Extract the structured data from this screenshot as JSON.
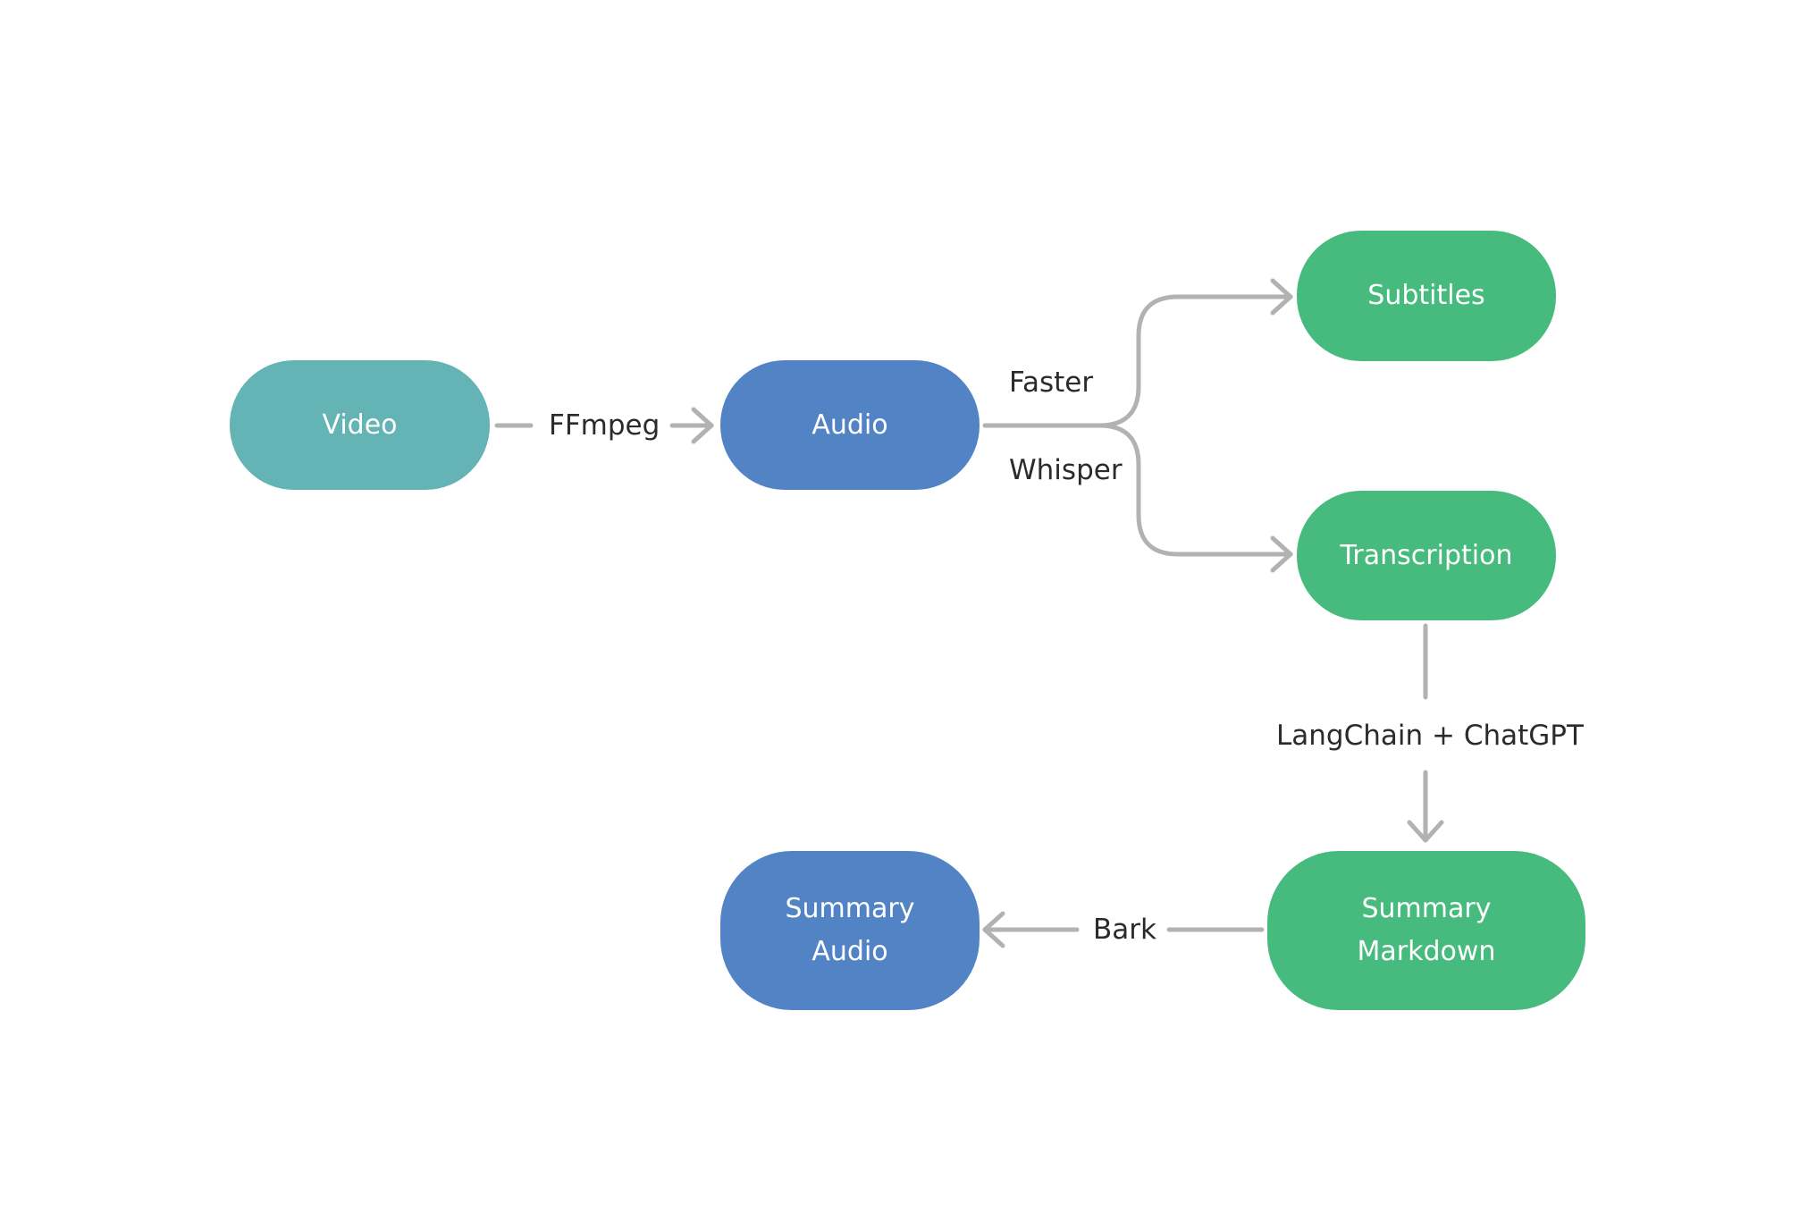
{
  "colors": {
    "teal": "#64B3B5",
    "blue": "#5283C5",
    "green": "#47BB7D",
    "edge": "#B2B2B2",
    "text_dark": "#2B2B2B",
    "text_light": "#FFFFFF"
  },
  "nodes": {
    "video": {
      "label": "Video"
    },
    "audio": {
      "label": "Audio"
    },
    "subtitles": {
      "label": "Subtitles"
    },
    "transcription": {
      "label": "Transcription"
    },
    "summary_markdown": {
      "line1": "Summary",
      "line2": "Markdown"
    },
    "summary_audio": {
      "line1": "Summary",
      "line2": "Audio"
    }
  },
  "edges": {
    "ffmpeg": "FFmpeg",
    "faster": "Faster",
    "whisper": "Whisper",
    "langchain": "LangChain + ChatGPT",
    "bark": "Bark"
  }
}
